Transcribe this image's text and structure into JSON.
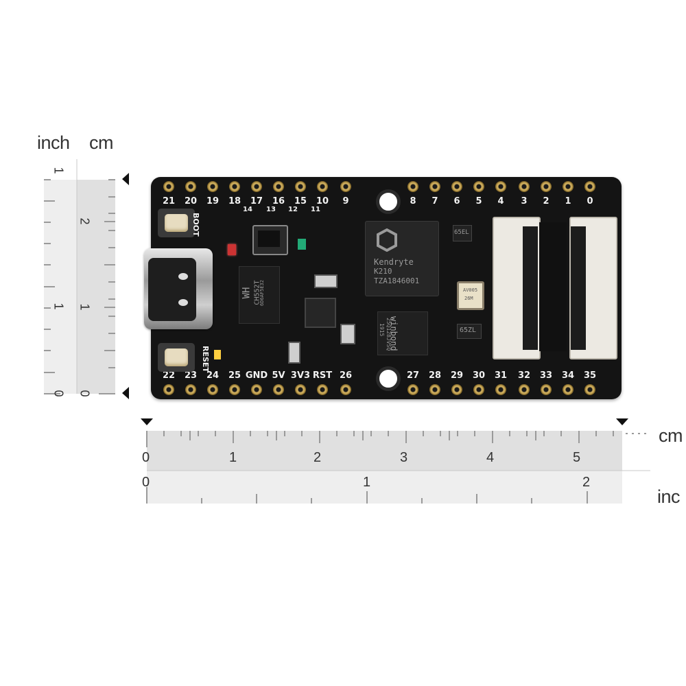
{
  "ruler_v": {
    "unit_inch": "inch",
    "unit_cm": "cm",
    "inch_ticks": [
      "1",
      "1",
      "0"
    ],
    "cm_ticks": [
      "2",
      "1",
      "0"
    ]
  },
  "ruler_h": {
    "unit_cm": "cm",
    "unit_inch": "inc",
    "cm_ticks": [
      "0",
      "1",
      "2",
      "3",
      "4",
      "5"
    ],
    "inch_ticks": [
      "0",
      "1",
      "2"
    ]
  },
  "board": {
    "top_labels": [
      "21",
      "20",
      "19",
      "18",
      "17",
      "16",
      "15",
      "10",
      "9",
      "8",
      "7",
      "6",
      "5",
      "4",
      "3",
      "2",
      "1",
      "0"
    ],
    "bottom_labels": [
      "22",
      "23",
      "24",
      "25",
      "GND",
      "5V",
      "3V3",
      "RST",
      "26",
      "27",
      "28",
      "29",
      "30",
      "31",
      "32",
      "33",
      "34",
      "35"
    ],
    "small_labels": [
      "14",
      "13",
      "12",
      "11"
    ],
    "boot_label": "BOOT",
    "reset_label": "RESET",
    "cpu": {
      "line1": "Kendryte",
      "line2": "K210",
      "line3": "TZA1846001"
    },
    "usb_chip": {
      "line1": "CH552T",
      "line2": "6D6AF5E32",
      "logo": "WH"
    },
    "flash_chip": {
      "line1": "winbond",
      "line2": "25Q128JVSQ",
      "line3": "1915"
    },
    "crystal": {
      "line1": "AV005",
      "line2": "26M"
    },
    "reg_top": "65EL",
    "reg_bottom": "65ZL"
  }
}
